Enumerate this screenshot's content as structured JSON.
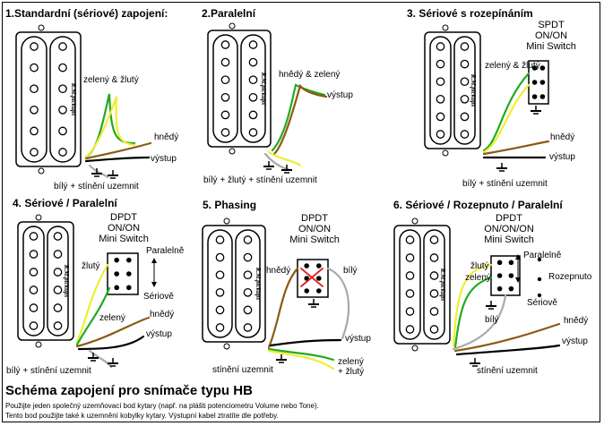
{
  "page_title": "Schéma zapojení pro snímače typu HB",
  "notes": [
    "Použijte jeden společný uzemňovací bod kytary (např. na plášti potenciometru Volume nebo Tone).",
    "Tento bod použijte také k uzemnění kobylky kytary. Výstupní kabel ztratíte dle potřeby."
  ],
  "colors": {
    "green": "#22aa22",
    "yellow": "#eeee33",
    "brown": "#8a5a10",
    "red": "#dd2222",
    "gray": "#aaaaaa",
    "black": "#000000"
  },
  "pickup_brand": "R.M.pickups",
  "panels": [
    {
      "title": "1.Standardní (sériové) zapojení:",
      "labels": [
        "zelený & žlutý",
        "hnědý",
        "výstup",
        "bílý + stínění uzemnit"
      ]
    },
    {
      "title": "2.Paralelní",
      "labels": [
        "hnědý & zelený",
        "výstup",
        "bílý + žlutý + stínění uzemnit"
      ]
    },
    {
      "title": "3. Sériové s rozepínáním",
      "switch": [
        "SPDT",
        "ON/ON",
        "Mini Switch"
      ],
      "labels": [
        "zelený & žlutý",
        "hnědý",
        "výstup",
        "bílý + stínění uzemnit"
      ]
    },
    {
      "title": "4. Sériové / Paralelní",
      "switch": [
        "DPDT",
        "ON/ON",
        "Mini Switch"
      ],
      "labels": [
        "Paralelně",
        "žlutý",
        "Sériově",
        "zelený",
        "hnědý",
        "výstup",
        "bílý + stínění uzemnit"
      ]
    },
    {
      "title": "5. Phasing",
      "switch": [
        "DPDT",
        "ON/ON",
        "Mini Switch"
      ],
      "labels": [
        "hnědý",
        "bílý",
        "výstup",
        "stínění uzemnit",
        "zelený",
        "+ žlutý"
      ]
    },
    {
      "title": "6. Sériové / Rozepnuto / Paralelní",
      "switch": [
        "DPDT",
        "ON/ON/ON",
        "Mini Switch"
      ],
      "labels": [
        "Paralelně",
        "žlutý",
        "zelený",
        "Rozepnuto",
        "Sériově",
        "bílý",
        "hnědý",
        "výstup",
        "stínění uzemnit"
      ]
    }
  ]
}
